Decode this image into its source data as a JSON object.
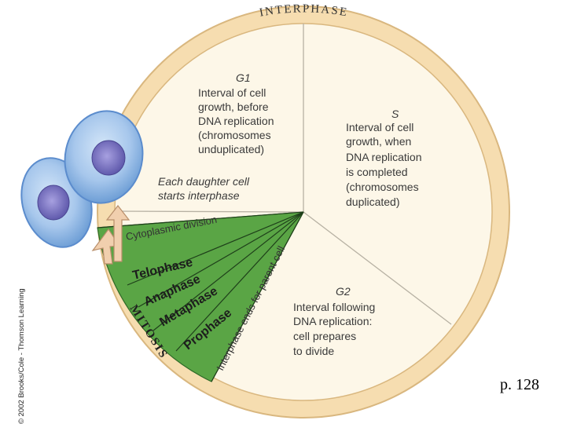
{
  "interphase_title": "INTERPHASE",
  "g1": {
    "heading": "G1",
    "lines": [
      "Interval of cell",
      "growth, before",
      "DNA replication",
      "(chromosomes",
      "unduplicated)"
    ]
  },
  "s": {
    "heading": "S",
    "lines": [
      "Interval of cell",
      "growth, when",
      "DNA replication",
      "is completed",
      "(chromosomes",
      "duplicated)"
    ]
  },
  "g2": {
    "heading": "G2",
    "lines": [
      "Interval following",
      "DNA replication:",
      "cell prepares",
      "to divide"
    ]
  },
  "daughter": {
    "lines": [
      "Each daughter cell",
      "starts interphase"
    ]
  },
  "cytoplasmic_division": "Cytoplasmic division",
  "interphase_ends": "Interphase ends for parent cell",
  "mitosis_label": "MITOSIS",
  "phases": [
    "Telophase",
    "Anaphase",
    "Metaphase",
    "Prophase"
  ],
  "credit": "© 2002 Brooks/Cole - Thomson Learning",
  "page_ref": "p. 128",
  "colors": {
    "ring": "#f6ddb0",
    "ring_edge": "#d9b77f",
    "sector_fill": "#fdf7e8",
    "mitosis": "#5aa545",
    "cell_body": "#a7c7ec",
    "nucleus": "#7f78c4",
    "arrow": "#f1cfae"
  }
}
